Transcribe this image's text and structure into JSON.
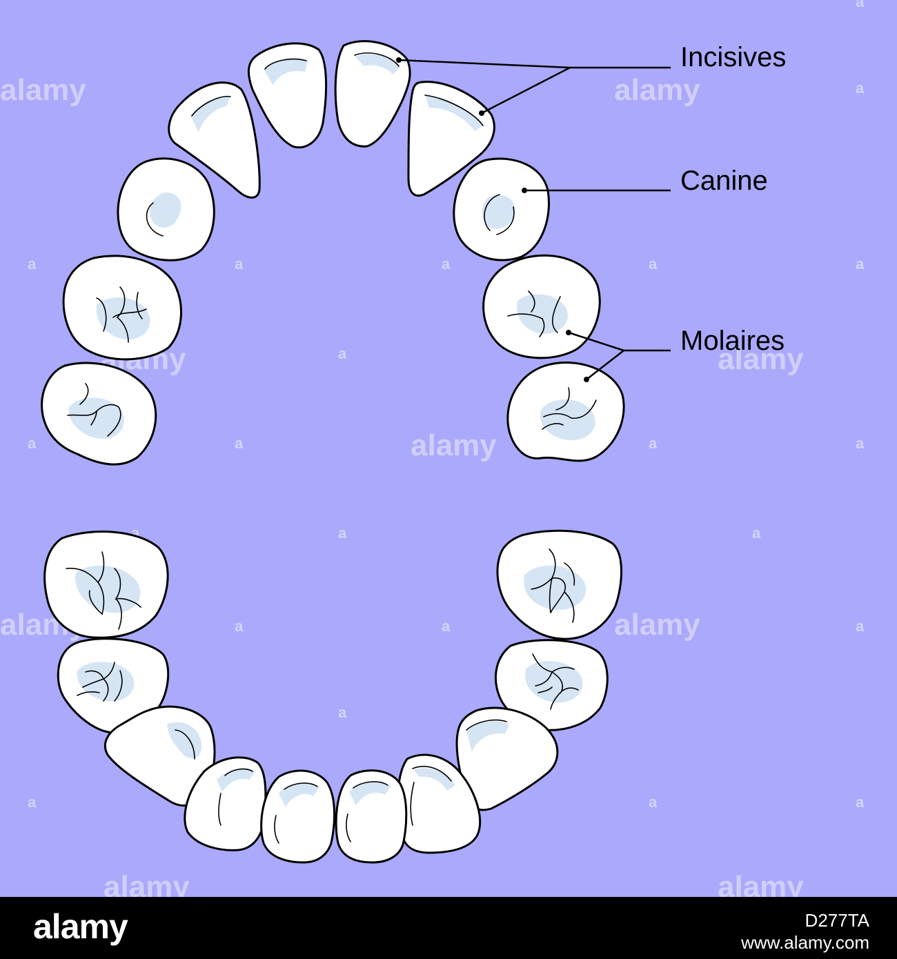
{
  "colors": {
    "background": "#aaa9fb",
    "tooth": "#ffffff",
    "outline": "#000000",
    "footer": "#000000"
  },
  "labels": {
    "incisives": "Incisives",
    "canine": "Canine",
    "molaires": "Molaires"
  },
  "watermark": {
    "text": "alamy",
    "mark": "a"
  },
  "footer": {
    "logo": "alamy",
    "image_id": "D277TA",
    "site": "www.alamy.com"
  }
}
